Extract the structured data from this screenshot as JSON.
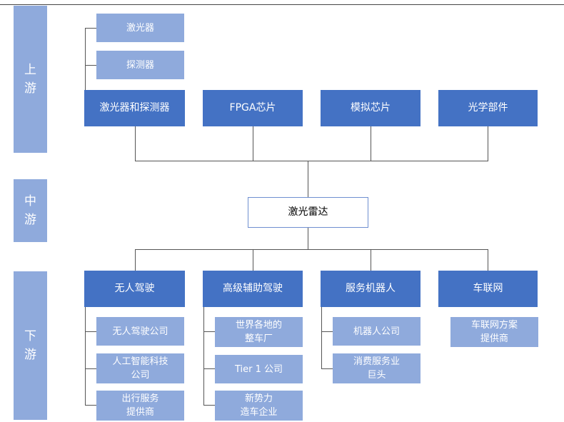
{
  "stages": {
    "upstream": [
      "上",
      "游"
    ],
    "midstream": [
      "中",
      "游"
    ],
    "downstream": [
      "下",
      "游"
    ]
  },
  "upstream": {
    "laser": "激光器",
    "detector": "探测器",
    "laser_and_detector": "激光器和探测器",
    "fpga": "FPGA芯片",
    "analog": "模拟芯片",
    "optics": "光学部件"
  },
  "center": "激光雷达",
  "downstream": {
    "categories": [
      "无人驾驶",
      "高级辅助驾驶",
      "服务机器人",
      "车联网"
    ],
    "autonomous": [
      "无人驾驶公司",
      "人工智能科技\n公司",
      "出行服务\n提供商"
    ],
    "adas": [
      "世界各地的\n整车厂",
      "Tier 1 公司",
      "新势力\n造车企业"
    ],
    "robots": [
      "机器人公司",
      "消费服务业\n巨头"
    ],
    "iov": [
      "车联网方案\n提供商"
    ]
  }
}
